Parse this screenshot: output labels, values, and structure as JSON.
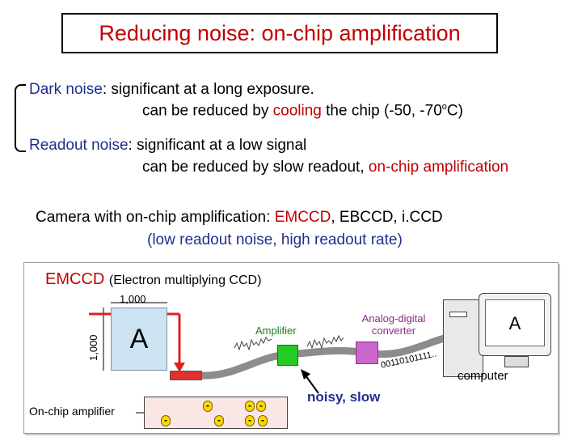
{
  "title": "Reducing noise: on-chip amplification",
  "dark_noise": {
    "term": "Dark noise",
    "line1_rest": ": significant at a long exposure.",
    "line2_pre": "can be reduced by ",
    "line2_red": "cooling",
    "line2_post": " the chip (-50, -70",
    "deg": "o",
    "unit": "C)"
  },
  "readout_noise": {
    "term": "Readout noise",
    "line1_rest": ": significant at a low signal",
    "line2_pre": "can be reduced by slow readout, ",
    "line2_red": "on-chip amplification"
  },
  "camera": {
    "line1_pre": "Camera with on-chip amplification: ",
    "line1_red": "EMCCD",
    "line1_post": ", EBCCD, i.CCD",
    "line2": "(low readout noise, high readout rate)"
  },
  "diagram": {
    "title": "EMCCD",
    "subtitle": "(Electron multiplying CCD)",
    "dim_horizontal": "1,000",
    "dim_vertical": "1,000",
    "sensor_letter": "A",
    "amplifier_label": "Amplifier",
    "adc_label_1": "Analog-digital",
    "adc_label_2": "converter",
    "binary_stream": "00110101111..",
    "computer_label": "computer",
    "screen_letter": "A",
    "noisy_label": "noisy, slow",
    "onchip_label": "On-chip amplifier",
    "electron_symbol": "-"
  },
  "colors": {
    "accent_red": "#c00000",
    "text_blue": "#1f2f8f",
    "amplifier_green": "#22cc22",
    "adc_purple": "#cc66cc",
    "sensor_blue": "#cde3f2",
    "arrow_red": "#e02020"
  }
}
